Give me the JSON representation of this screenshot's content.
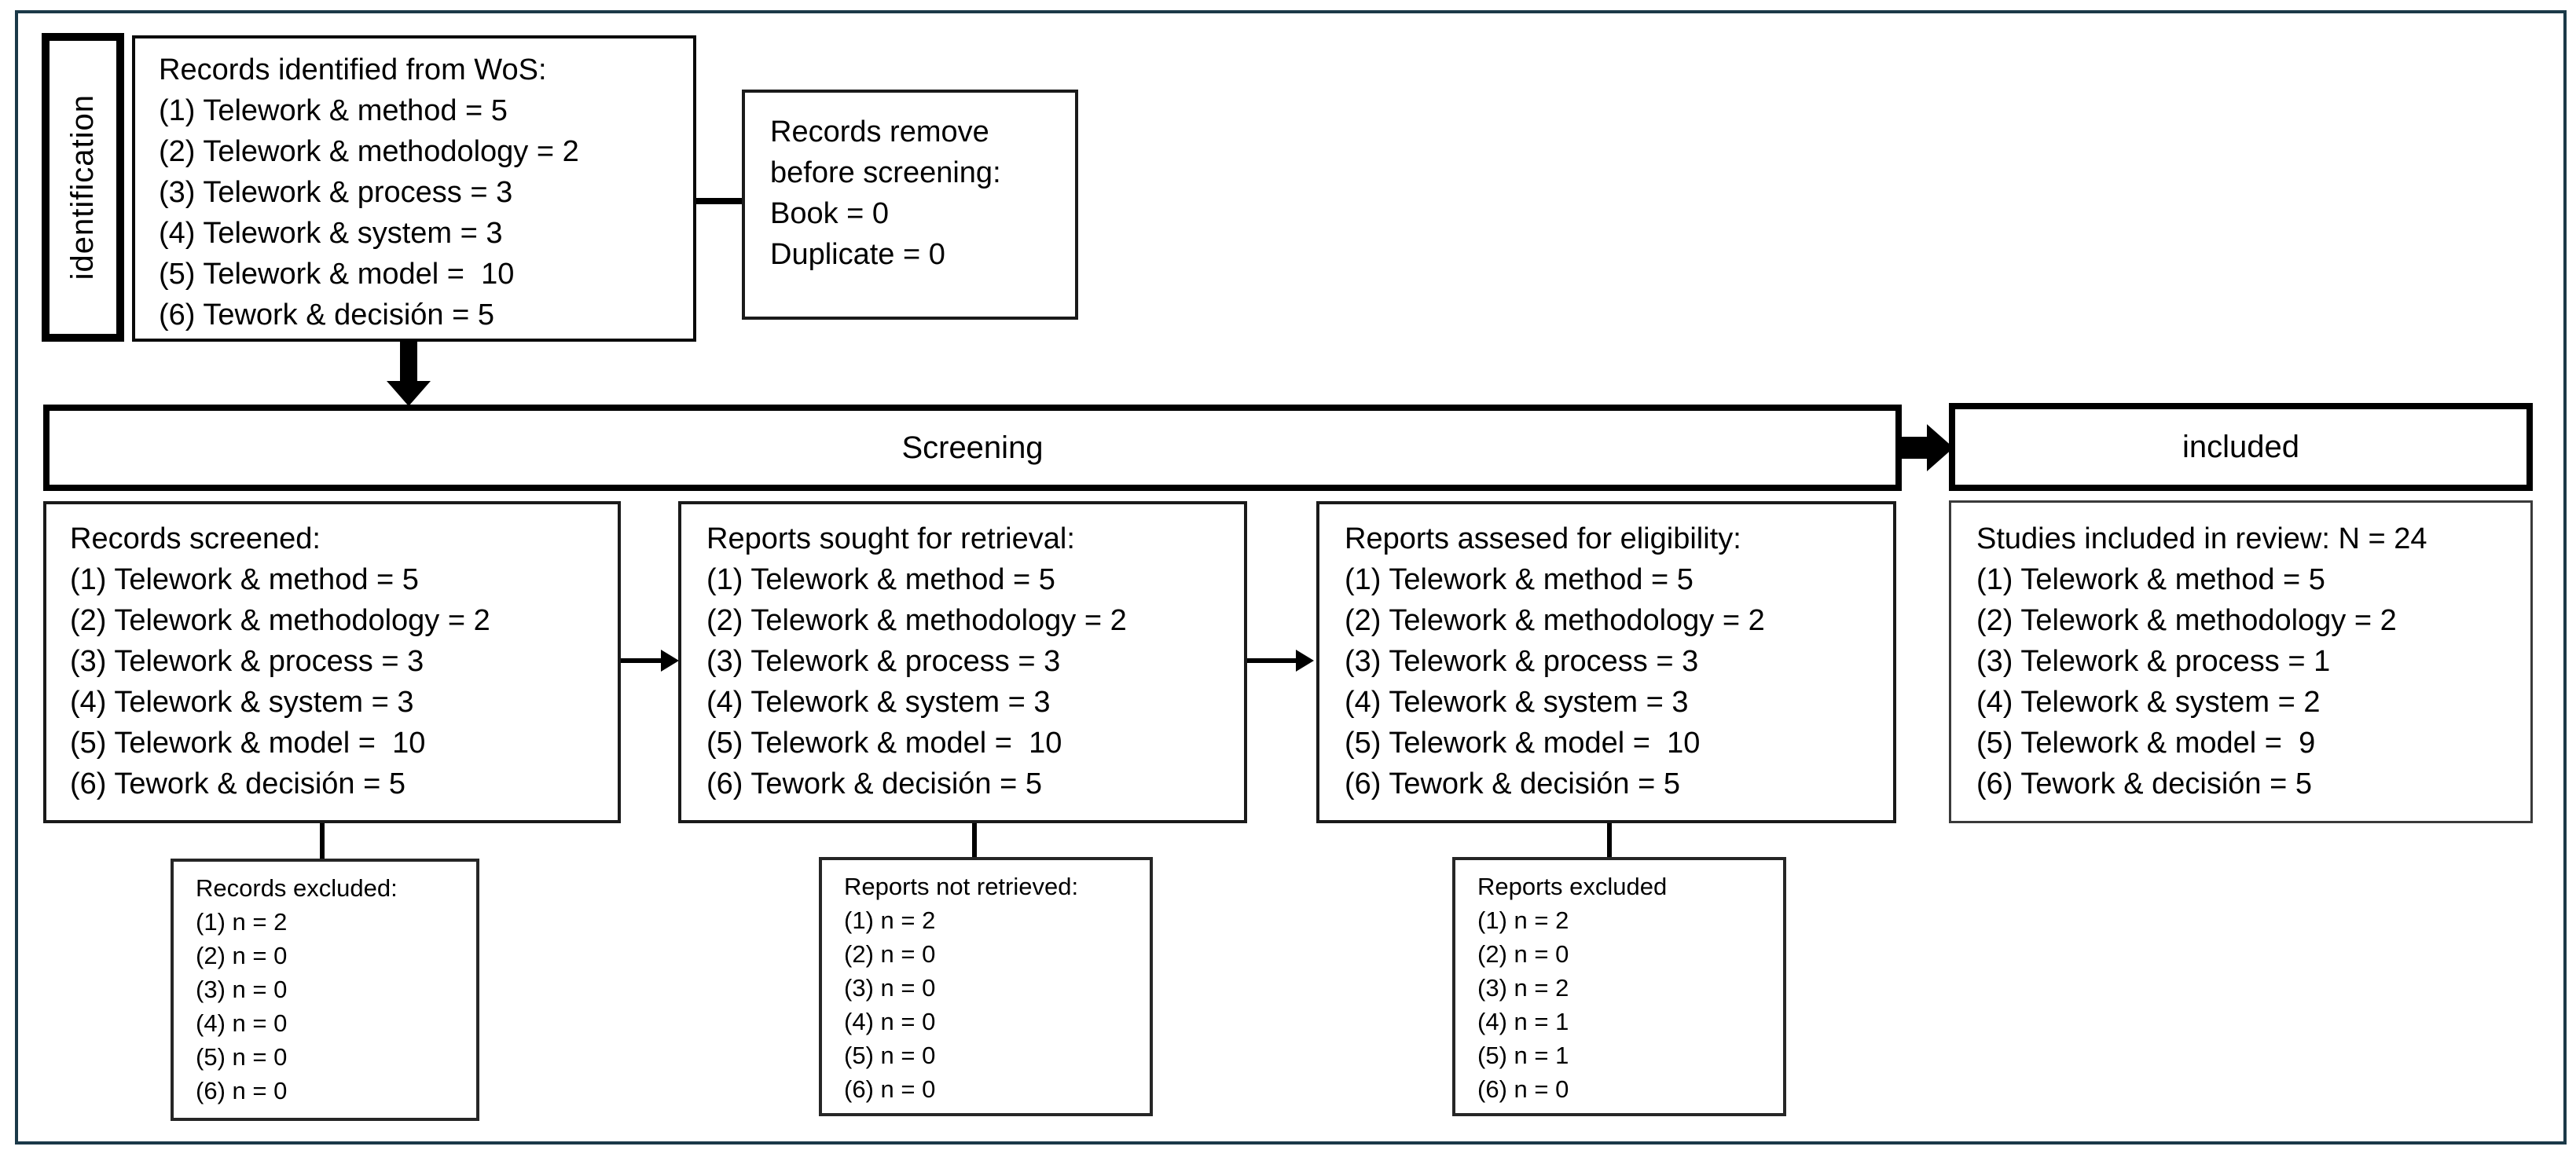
{
  "stage_labels": {
    "identification": "identification",
    "screening": "Screening",
    "included": "included"
  },
  "boxes": {
    "records_identified": {
      "title": "Records identified from WoS:",
      "items": [
        "(1) Telework & method = 5",
        "(2) Telework & methodology = 2",
        "(3) Telework & process = 3",
        "(4) Telework & system = 3",
        "(5) Telework & model =  10",
        "(6) Tework & decisión = 5"
      ]
    },
    "records_removed": {
      "lines": [
        "Records remove",
        "before screening:",
        "Book = 0",
        "Duplicate = 0"
      ]
    },
    "records_screened": {
      "title": "Records screened:",
      "items": [
        "(1) Telework & method = 5",
        "(2) Telework & methodology = 2",
        "(3) Telework & process = 3",
        "(4) Telework & system = 3",
        "(5) Telework & model =  10",
        "(6) Tework & decisión = 5"
      ]
    },
    "reports_sought": {
      "title": "Reports sought for retrieval:",
      "items": [
        "(1) Telework & method = 5",
        "(2) Telework & methodology = 2",
        "(3) Telework & process = 3",
        "(4) Telework & system = 3",
        "(5) Telework & model =  10",
        "(6) Tework & decisión = 5"
      ]
    },
    "reports_assessed": {
      "title": "Reports assesed for eligibility:",
      "items": [
        "(1) Telework & method = 5",
        "(2) Telework & methodology = 2",
        "(3) Telework & process = 3",
        "(4) Telework & system = 3",
        "(5) Telework & model =  10",
        "(6) Tework & decisión = 5"
      ]
    },
    "studies_included": {
      "title": "Studies included in review: N = 24",
      "items": [
        "(1) Telework & method = 5",
        "(2) Telework & methodology = 2",
        "(3) Telework & process = 1",
        "(4) Telework & system = 2",
        "(5) Telework & model =  9",
        "(6) Tework & decisión = 5"
      ]
    },
    "records_excluded": {
      "title": "Records excluded:",
      "items": [
        "(1) n = 2",
        "(2) n = 0",
        "(3) n = 0",
        "(4) n = 0",
        "(5) n = 0",
        "(6) n = 0"
      ]
    },
    "reports_not_retrieved": {
      "title": "Reports not retrieved:",
      "items": [
        "(1) n = 2",
        "(2) n = 0",
        "(3) n = 0",
        "(4) n = 0",
        "(5) n = 0",
        "(6) n = 0"
      ]
    },
    "reports_excluded": {
      "title": "Reports excluded",
      "items": [
        "(1) n = 2",
        "(2) n = 0",
        "(3) n = 2",
        "(4) n = 1",
        "(5) n = 1",
        "(6) n = 0"
      ]
    }
  },
  "colors": {
    "frame_border": "#1b3948",
    "box_border": "#000000",
    "text": "#000000",
    "background": "#ffffff"
  }
}
